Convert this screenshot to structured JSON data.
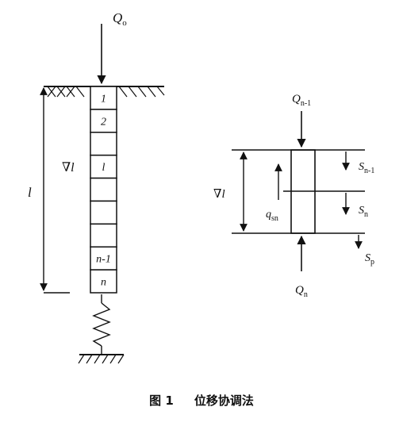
{
  "left_diagram": {
    "top_load": {
      "sym": "Q",
      "sub": "o"
    },
    "segments": [
      "1",
      "2",
      "",
      "l",
      "",
      "",
      "",
      "n-1",
      "n"
    ],
    "length_label": "l",
    "delta_label": "∇l"
  },
  "right_diagram": {
    "q_top": {
      "sym": "Q",
      "sub": "n-1"
    },
    "q_bottom": {
      "sym": "Q",
      "sub": "n"
    },
    "s_top": {
      "sym": "S",
      "sub": "n-1"
    },
    "s_mid": {
      "sym": "S",
      "sub": "n"
    },
    "s_tip": {
      "sym": "S",
      "sub": "p"
    },
    "shaft_force": {
      "sym": "q",
      "sub": "sn"
    },
    "delta_label": "∇l"
  },
  "caption": {
    "number": "图 1",
    "title": "位移协调法"
  }
}
